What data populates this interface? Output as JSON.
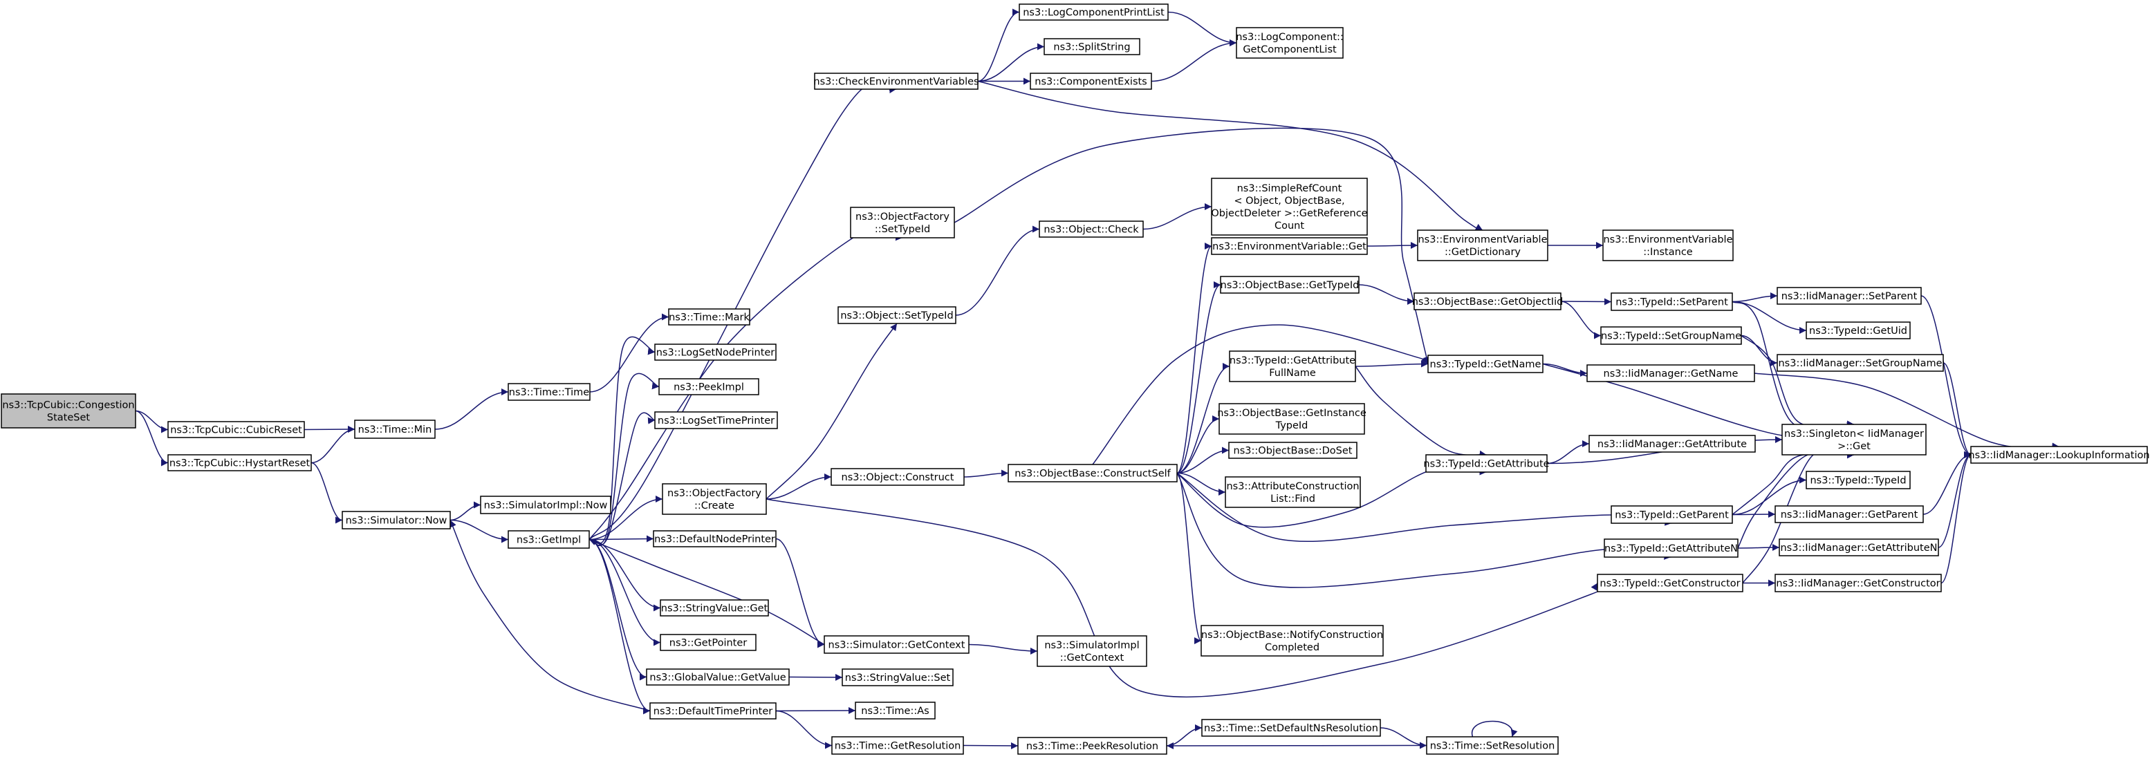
{
  "colors": {
    "edge": "#191970",
    "root_fill": "#bfbfbf",
    "node_fill": "#ffffff",
    "border": "#000000"
  },
  "nodes": [
    {
      "id": "n_root",
      "lines": [
        "ns3::TcpCubic::Congestion",
        "StateSet"
      ],
      "root": true
    },
    {
      "id": "n_cubicreset",
      "lines": [
        "ns3::TcpCubic::CubicReset"
      ]
    },
    {
      "id": "n_hystartreset",
      "lines": [
        "ns3::TcpCubic::HystartReset"
      ]
    },
    {
      "id": "n_timemin",
      "lines": [
        "ns3::Time::Min"
      ]
    },
    {
      "id": "n_simnow",
      "lines": [
        "ns3::Simulator::Now"
      ]
    },
    {
      "id": "n_timetime",
      "lines": [
        "ns3::Time::Time"
      ]
    },
    {
      "id": "n_simimplnow",
      "lines": [
        "ns3::SimulatorImpl::Now"
      ]
    },
    {
      "id": "n_getimpl",
      "lines": [
        "ns3::GetImpl"
      ]
    },
    {
      "id": "n_timemark",
      "lines": [
        "ns3::Time::Mark"
      ]
    },
    {
      "id": "n_logsetnodeprinter",
      "lines": [
        "ns3::LogSetNodePrinter"
      ]
    },
    {
      "id": "n_peekimpl",
      "lines": [
        "ns3::PeekImpl"
      ]
    },
    {
      "id": "n_logsettimeprinter",
      "lines": [
        "ns3::LogSetTimePrinter"
      ]
    },
    {
      "id": "n_objfactcreate",
      "lines": [
        "ns3::ObjectFactory",
        "::Create"
      ]
    },
    {
      "id": "n_defnodeprinter",
      "lines": [
        "ns3::DefaultNodePrinter"
      ]
    },
    {
      "id": "n_stringvalueget",
      "lines": [
        "ns3::StringValue::Get"
      ]
    },
    {
      "id": "n_getpointer",
      "lines": [
        "ns3::GetPointer"
      ]
    },
    {
      "id": "n_globalvalueget",
      "lines": [
        "ns3::GlobalValue::GetValue"
      ]
    },
    {
      "id": "n_deftimeprinter",
      "lines": [
        "ns3::DefaultTimePrinter"
      ]
    },
    {
      "id": "n_checkenv",
      "lines": [
        "ns3::CheckEnvironmentVariables"
      ]
    },
    {
      "id": "n_objfactsettypeid",
      "lines": [
        "ns3::ObjectFactory",
        "::SetTypeId"
      ]
    },
    {
      "id": "n_objsettypeid",
      "lines": [
        "ns3::Object::SetTypeId"
      ]
    },
    {
      "id": "n_objconstruct",
      "lines": [
        "ns3::Object::Construct"
      ]
    },
    {
      "id": "n_simgetcontext",
      "lines": [
        "ns3::Simulator::GetContext"
      ]
    },
    {
      "id": "n_stringvalueset",
      "lines": [
        "ns3::StringValue::Set"
      ]
    },
    {
      "id": "n_timeas",
      "lines": [
        "ns3::Time::As"
      ]
    },
    {
      "id": "n_timegetres",
      "lines": [
        "ns3::Time::GetResolution"
      ]
    },
    {
      "id": "n_logcompprintlist",
      "lines": [
        "ns3::LogComponentPrintList"
      ]
    },
    {
      "id": "n_splitstring",
      "lines": [
        "ns3::SplitString"
      ]
    },
    {
      "id": "n_compexists",
      "lines": [
        "ns3::ComponentExists"
      ]
    },
    {
      "id": "n_objcheck",
      "lines": [
        "ns3::Object::Check"
      ]
    },
    {
      "id": "n_objbaseconstructself",
      "lines": [
        "ns3::ObjectBase::ConstructSelf"
      ]
    },
    {
      "id": "n_simimplgetcontext",
      "lines": [
        "ns3::SimulatorImpl",
        "::GetContext"
      ]
    },
    {
      "id": "n_timepeekres",
      "lines": [
        "ns3::Time::PeekResolution"
      ]
    },
    {
      "id": "n_logcompgetlist",
      "lines": [
        "ns3::LogComponent::",
        "GetComponentList"
      ]
    },
    {
      "id": "n_simplerefcount",
      "lines": [
        "ns3::SimpleRefCount",
        "< Object, ObjectBase,",
        "ObjectDeleter >::GetReference",
        "Count"
      ]
    },
    {
      "id": "n_envvarget",
      "lines": [
        "ns3::EnvironmentVariable::Get"
      ]
    },
    {
      "id": "n_objbasegettypeid",
      "lines": [
        "ns3::ObjectBase::GetTypeId"
      ]
    },
    {
      "id": "n_typeidgetattrfullname",
      "lines": [
        "ns3::TypeId::GetAttribute",
        "FullName"
      ]
    },
    {
      "id": "n_objbasegetinsttypeid",
      "lines": [
        "ns3::ObjectBase::GetInstance",
        "TypeId"
      ]
    },
    {
      "id": "n_objbasedoset",
      "lines": [
        "ns3::ObjectBase::DoSet"
      ]
    },
    {
      "id": "n_attrconstrlistfind",
      "lines": [
        "ns3::AttributeConstruction",
        "List::Find"
      ]
    },
    {
      "id": "n_objbasenotify",
      "lines": [
        "ns3::ObjectBase::NotifyConstruction",
        "Completed"
      ]
    },
    {
      "id": "n_timesetdefnsres",
      "lines": [
        "ns3::Time::SetDefaultNsResolution"
      ]
    },
    {
      "id": "n_envvargetdict",
      "lines": [
        "ns3::EnvironmentVariable",
        "::GetDictionary"
      ]
    },
    {
      "id": "n_objbasegetobjectiid",
      "lines": [
        "ns3::ObjectBase::GetObjectIid"
      ]
    },
    {
      "id": "n_typeidgetname",
      "lines": [
        "ns3::TypeId::GetName"
      ]
    },
    {
      "id": "n_typeidgetattribute",
      "lines": [
        "ns3::TypeId::GetAttribute"
      ]
    },
    {
      "id": "n_typeidgetparent",
      "lines": [
        "ns3::TypeId::GetParent"
      ]
    },
    {
      "id": "n_typeidgetattributen",
      "lines": [
        "ns3::TypeId::GetAttributeN"
      ]
    },
    {
      "id": "n_typeidgetconstructor",
      "lines": [
        "ns3::TypeId::GetConstructor"
      ]
    },
    {
      "id": "n_timesetres",
      "lines": [
        "ns3::Time::SetResolution"
      ]
    },
    {
      "id": "n_envvarinstance",
      "lines": [
        "ns3::EnvironmentVariable",
        "::Instance"
      ]
    },
    {
      "id": "n_typeidsetparent",
      "lines": [
        "ns3::TypeId::SetParent"
      ]
    },
    {
      "id": "n_typeidsetgroupname",
      "lines": [
        "ns3::TypeId::SetGroupName"
      ]
    },
    {
      "id": "n_iidmgrgetname",
      "lines": [
        "ns3::IidManager::GetName"
      ]
    },
    {
      "id": "n_iidmgrgetattribute",
      "lines": [
        "ns3::IidManager::GetAttribute"
      ]
    },
    {
      "id": "n_singletonget",
      "lines": [
        "ns3::Singleton< IidManager",
        ">::Get"
      ]
    },
    {
      "id": "n_typeidtypeid",
      "lines": [
        "ns3::TypeId::TypeId"
      ]
    },
    {
      "id": "n_iidmgrgetparent",
      "lines": [
        "ns3::IidManager::GetParent"
      ]
    },
    {
      "id": "n_iidmgrgetattributen",
      "lines": [
        "ns3::IidManager::GetAttributeN"
      ]
    },
    {
      "id": "n_iidmgrgetconstructor",
      "lines": [
        "ns3::IidManager::GetConstructor"
      ]
    },
    {
      "id": "n_iidmgrsetparent",
      "lines": [
        "ns3::IidManager::SetParent"
      ]
    },
    {
      "id": "n_typeidgetuid",
      "lines": [
        "ns3::TypeId::GetUid"
      ]
    },
    {
      "id": "n_iidmgrsetgroupname",
      "lines": [
        "ns3::IidManager::SetGroupName"
      ]
    },
    {
      "id": "n_iidmgrlookupinfo",
      "lines": [
        "ns3::IidManager::LookupInformation"
      ]
    }
  ]
}
